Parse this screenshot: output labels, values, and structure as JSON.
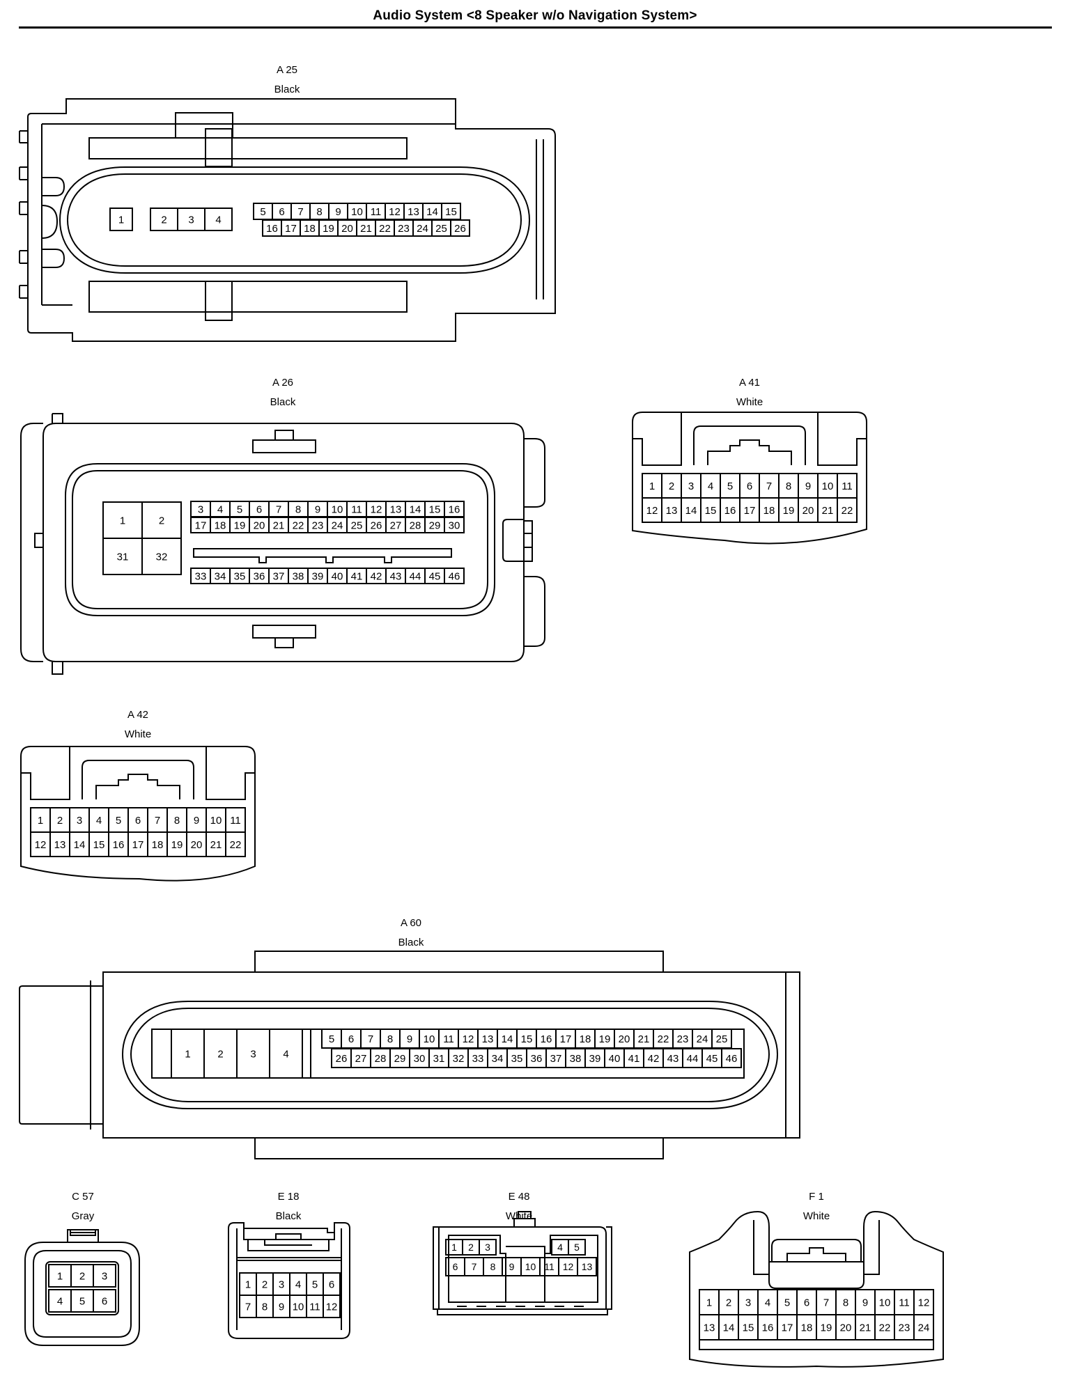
{
  "title": "Audio System <8 Speaker w/o Navigation System>",
  "connectors": [
    {
      "id": "A25",
      "name": "A 25",
      "color": "Black",
      "pin_rows": [
        [
          "1"
        ],
        [
          "2",
          "3",
          "4"
        ],
        [
          "5",
          "6",
          "7",
          "8",
          "9",
          "10",
          "11",
          "12",
          "13",
          "14",
          "15"
        ],
        [
          "16",
          "17",
          "18",
          "19",
          "20",
          "21",
          "22",
          "23",
          "24",
          "25",
          "26"
        ]
      ]
    },
    {
      "id": "A26",
      "name": "A 26",
      "color": "Black",
      "pin_rows": [
        [
          "1",
          "2"
        ],
        [
          "31",
          "32"
        ],
        [
          "3",
          "4",
          "5",
          "6",
          "7",
          "8",
          "9",
          "10",
          "11",
          "12",
          "13",
          "14",
          "15",
          "16"
        ],
        [
          "17",
          "18",
          "19",
          "20",
          "21",
          "22",
          "23",
          "24",
          "25",
          "26",
          "27",
          "28",
          "29",
          "30"
        ],
        [
          "33",
          "34",
          "35",
          "36",
          "37",
          "38",
          "39",
          "40",
          "41",
          "42",
          "43",
          "44",
          "45",
          "46"
        ]
      ]
    },
    {
      "id": "A41",
      "name": "A 41",
      "color": "White",
      "pin_rows": [
        [
          "1",
          "2",
          "3",
          "4",
          "5",
          "6",
          "7",
          "8",
          "9",
          "10",
          "11"
        ],
        [
          "12",
          "13",
          "14",
          "15",
          "16",
          "17",
          "18",
          "19",
          "20",
          "21",
          "22"
        ]
      ]
    },
    {
      "id": "A42",
      "name": "A 42",
      "color": "White",
      "pin_rows": [
        [
          "1",
          "2",
          "3",
          "4",
          "5",
          "6",
          "7",
          "8",
          "9",
          "10",
          "11"
        ],
        [
          "12",
          "13",
          "14",
          "15",
          "16",
          "17",
          "18",
          "19",
          "20",
          "21",
          "22"
        ]
      ]
    },
    {
      "id": "A60",
      "name": "A 60",
      "color": "Black",
      "pin_rows": [
        [
          "1",
          "2",
          "3",
          "4"
        ],
        [
          "5",
          "6",
          "7",
          "8",
          "9",
          "10",
          "11",
          "12",
          "13",
          "14",
          "15",
          "16",
          "17",
          "18",
          "19",
          "20",
          "21",
          "22",
          "23",
          "24",
          "25"
        ],
        [
          "26",
          "27",
          "28",
          "29",
          "30",
          "31",
          "32",
          "33",
          "34",
          "35",
          "36",
          "37",
          "38",
          "39",
          "40",
          "41",
          "42",
          "43",
          "44",
          "45",
          "46"
        ]
      ]
    },
    {
      "id": "C57",
      "name": "C 57",
      "color": "Gray",
      "pin_rows": [
        [
          "1",
          "2",
          "3"
        ],
        [
          "4",
          "5",
          "6"
        ]
      ]
    },
    {
      "id": "E18",
      "name": "E 18",
      "color": "Black",
      "pin_rows": [
        [
          "1",
          "2",
          "3",
          "4",
          "5",
          "6"
        ],
        [
          "7",
          "8",
          "9",
          "10",
          "11",
          "12"
        ]
      ]
    },
    {
      "id": "E48",
      "name": "E 48",
      "color": "White",
      "pin_rows": [
        [
          "1",
          "2",
          "3"
        ],
        [
          "4",
          "5"
        ],
        [
          "6",
          "7",
          "8",
          "9",
          "10",
          "11",
          "12",
          "13"
        ]
      ]
    },
    {
      "id": "F1",
      "name": "F 1",
      "color": "White",
      "pin_rows": [
        [
          "1",
          "2",
          "3",
          "4",
          "5",
          "6",
          "7",
          "8",
          "9",
          "10",
          "11",
          "12"
        ],
        [
          "13",
          "14",
          "15",
          "16",
          "17",
          "18",
          "19",
          "20",
          "21",
          "22",
          "23",
          "24"
        ]
      ]
    }
  ]
}
